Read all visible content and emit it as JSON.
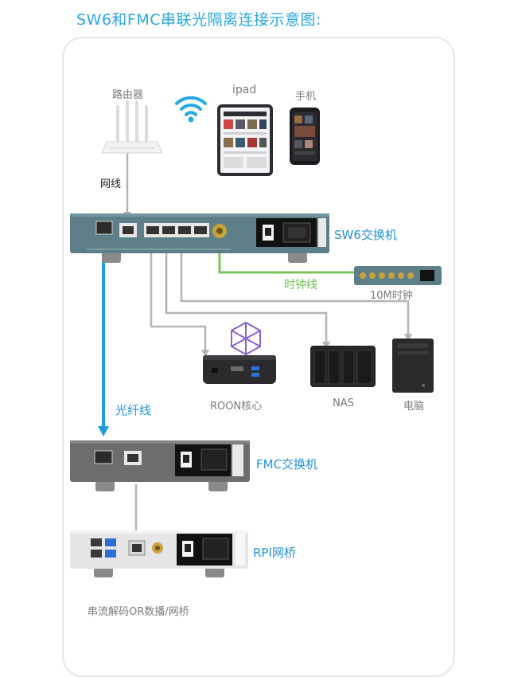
{
  "title": "SW6和FMC串联光隔离连接示意图:",
  "labels": {
    "router": "路由器",
    "ipad": "ipad",
    "phone": "手机",
    "cable": "网线",
    "sw6": "SW6交换机",
    "clock_line": "时钟线",
    "clock_10m": "10M时钟",
    "roon": "ROON核心",
    "nas": "NAS",
    "pc": "电脑",
    "fiber": "光纤线",
    "fmc": "FMC交换机",
    "rpi": "RPI网桥",
    "decoder": "串流解码OR数播/网桥"
  },
  "colors": {
    "accent_blue": "#29a8e0",
    "clock_green": "#7cc35a",
    "device_teal": "#5f7f88",
    "cable_grey": "#b5b5b5"
  }
}
